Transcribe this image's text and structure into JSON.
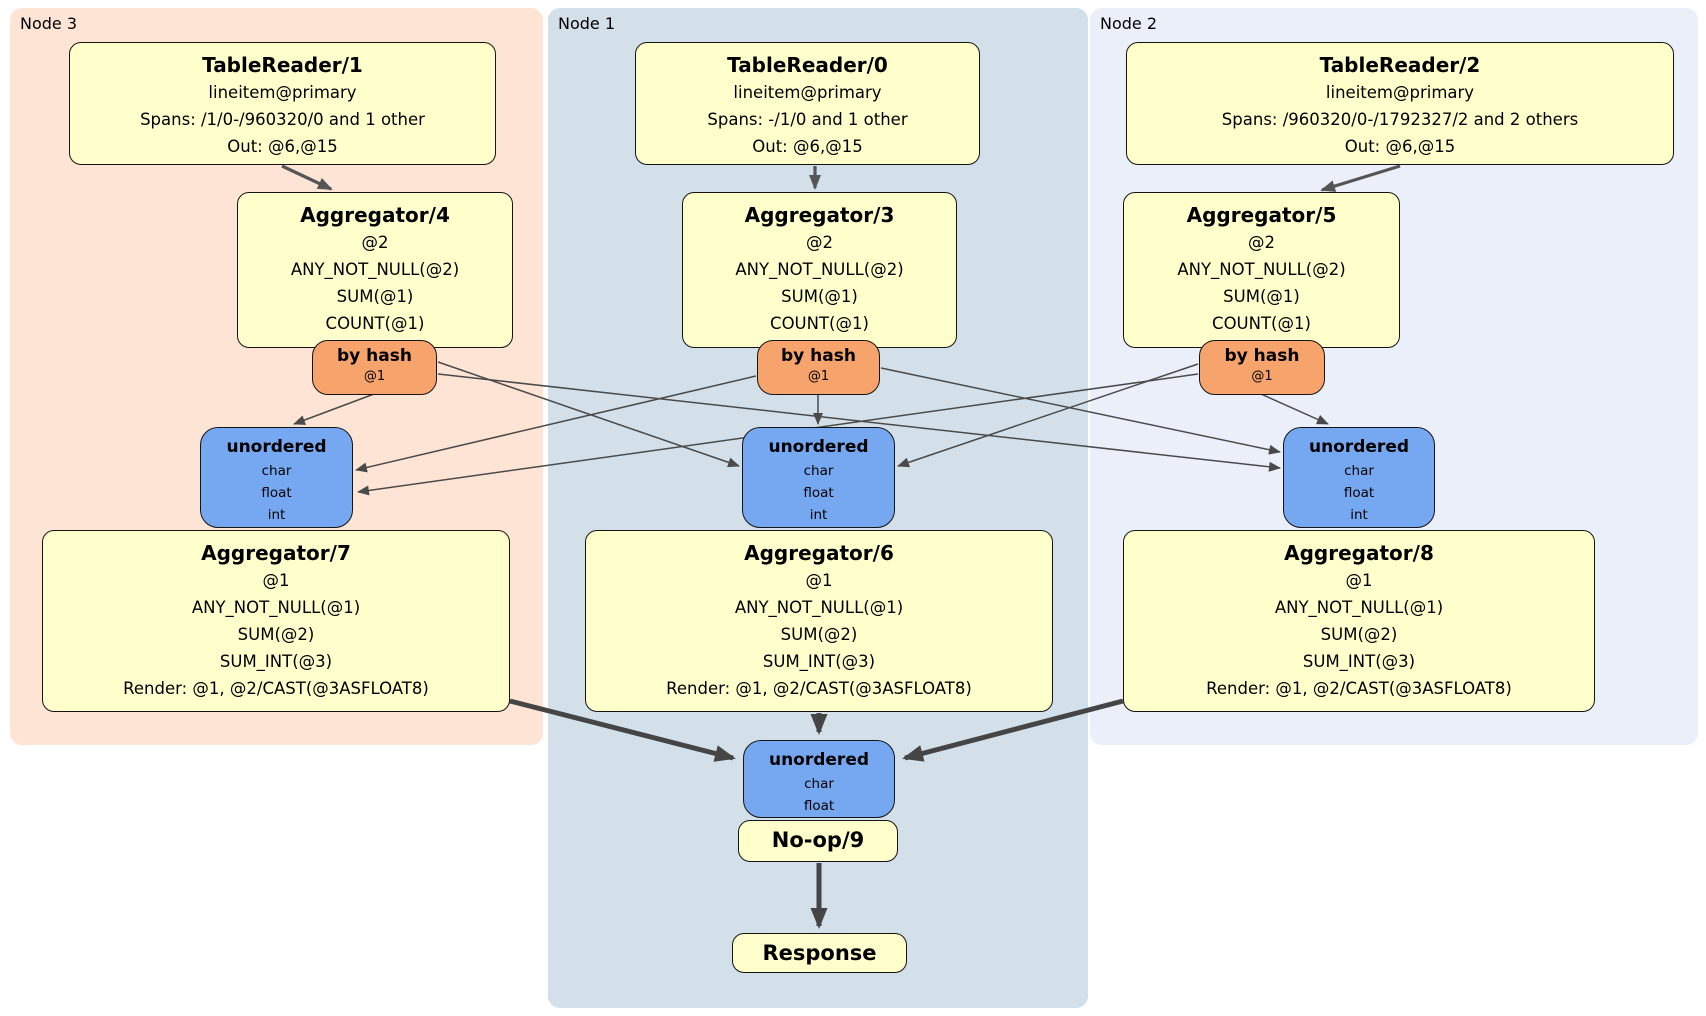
{
  "panels": [
    {
      "id": "node3",
      "label": "Node 3"
    },
    {
      "id": "node1",
      "label": "Node 1"
    },
    {
      "id": "node2",
      "label": "Node 2"
    }
  ],
  "processors": {
    "tablereader1": {
      "title": "TableReader/1",
      "lines": [
        "lineitem@primary",
        "Spans: /1/0-/960320/0 and 1 other",
        "Out: @6,@15"
      ]
    },
    "tablereader0": {
      "title": "TableReader/0",
      "lines": [
        "lineitem@primary",
        "Spans: -/1/0 and 1 other",
        "Out: @6,@15"
      ]
    },
    "tablereader2": {
      "title": "TableReader/2",
      "lines": [
        "lineitem@primary",
        "Spans: /960320/0-/1792327/2 and 2 others",
        "Out: @6,@15"
      ]
    },
    "aggregator4": {
      "title": "Aggregator/4",
      "lines": [
        "@2",
        "ANY_NOT_NULL(@2)",
        "SUM(@1)",
        "COUNT(@1)"
      ]
    },
    "aggregator3": {
      "title": "Aggregator/3",
      "lines": [
        "@2",
        "ANY_NOT_NULL(@2)",
        "SUM(@1)",
        "COUNT(@1)"
      ]
    },
    "aggregator5": {
      "title": "Aggregator/5",
      "lines": [
        "@2",
        "ANY_NOT_NULL(@2)",
        "SUM(@1)",
        "COUNT(@1)"
      ]
    },
    "aggregator7": {
      "title": "Aggregator/7",
      "lines": [
        "@1",
        "ANY_NOT_NULL(@1)",
        "SUM(@2)",
        "SUM_INT(@3)",
        "Render: @1, @2/CAST(@3ASFLOAT8)"
      ]
    },
    "aggregator6": {
      "title": "Aggregator/6",
      "lines": [
        "@1",
        "ANY_NOT_NULL(@1)",
        "SUM(@2)",
        "SUM_INT(@3)",
        "Render: @1, @2/CAST(@3ASFLOAT8)"
      ]
    },
    "aggregator8": {
      "title": "Aggregator/8",
      "lines": [
        "@1",
        "ANY_NOT_NULL(@1)",
        "SUM(@2)",
        "SUM_INT(@3)",
        "Render: @1, @2/CAST(@3ASFLOAT8)"
      ]
    },
    "noop9": {
      "title": "No-op/9"
    },
    "response": {
      "title": "Response"
    }
  },
  "routers": {
    "byhash4": {
      "title": "by hash",
      "lines": [
        "@1"
      ]
    },
    "byhash3": {
      "title": "by hash",
      "lines": [
        "@1"
      ]
    },
    "byhash5": {
      "title": "by hash",
      "lines": [
        "@1"
      ]
    }
  },
  "syncs": {
    "unordered7": {
      "title": "unordered",
      "lines": [
        "char",
        "float",
        "int"
      ]
    },
    "unordered6": {
      "title": "unordered",
      "lines": [
        "char",
        "float",
        "int"
      ]
    },
    "unordered8": {
      "title": "unordered",
      "lines": [
        "char",
        "float",
        "int"
      ]
    },
    "unordered9": {
      "title": "unordered",
      "lines": [
        "char",
        "float"
      ]
    }
  },
  "colors": {
    "panel_node3": "#fde4d5",
    "panel_node1": "#d3e0e9",
    "panel_node2": "#eaeffa",
    "processor_fill": "#ffffcc",
    "router_fill": "#f6a46c",
    "sync_fill": "#76a8f1",
    "edge_gray": "#4a4a4a"
  }
}
